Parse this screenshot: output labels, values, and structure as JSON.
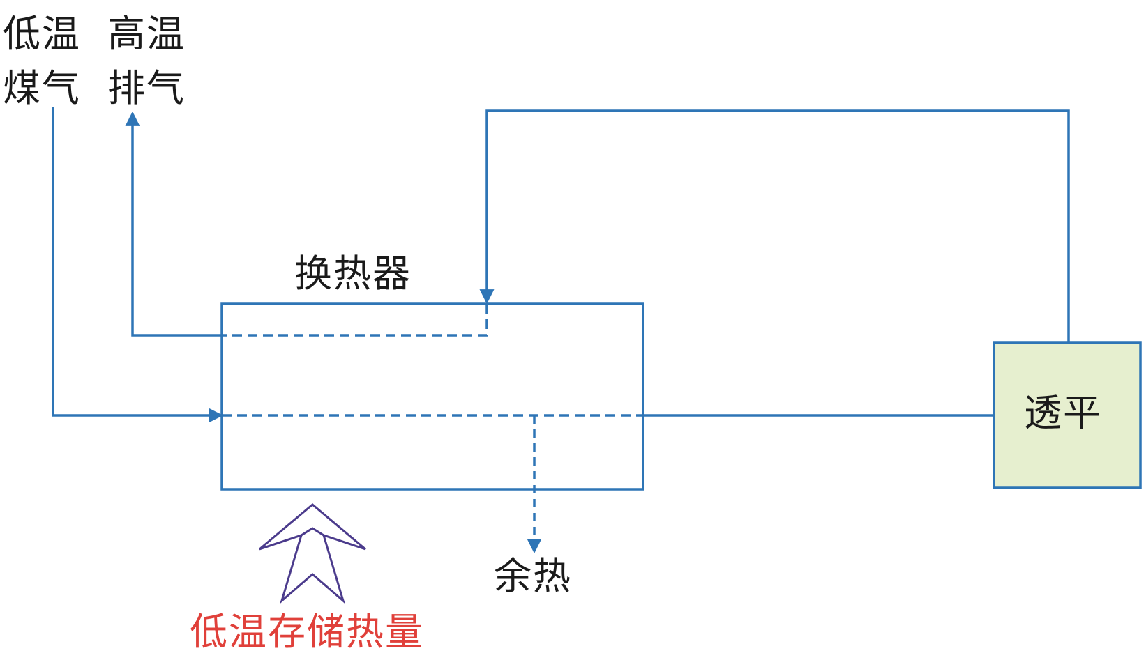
{
  "labels": {
    "low_temp_gas": "低温煤气",
    "high_temp_exhaust": "高温排气",
    "heat_exchanger": "换热器",
    "waste_heat": "余热",
    "turbine": "透平",
    "low_temp_heat_storage": "低温存储热量"
  },
  "colors": {
    "flow_line": "#2e75b6",
    "storage_label": "#e0403a",
    "turbine_fill": "#e6efcf",
    "storage_arrow": "#4b3b8c"
  },
  "icons": {
    "storage_input": "double-up-arrow-icon"
  }
}
